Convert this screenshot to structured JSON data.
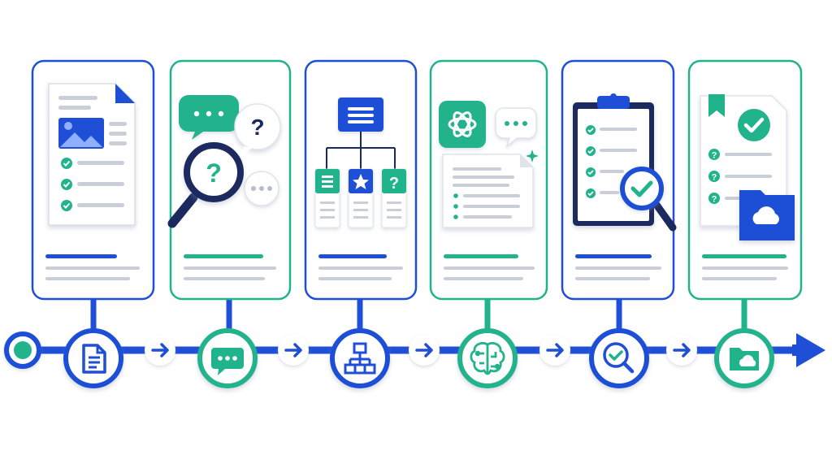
{
  "colors": {
    "blue": "#1f4fd6",
    "blue_light": "#6f8fe8",
    "teal": "#20b38c",
    "teal_light": "#7fd6bd",
    "line_gray": "#c9ced8",
    "connector_gray": "#9aa3b2"
  },
  "timeline": {
    "start_marker": "timeline-start-dot",
    "end_marker": "timeline-end-arrow",
    "nodes": [
      {
        "name": "document",
        "icon": "document-icon",
        "accent": "blue"
      },
      {
        "name": "questions",
        "icon": "chat-bubble-icon",
        "accent": "teal"
      },
      {
        "name": "structure",
        "icon": "hierarchy-icon",
        "accent": "blue"
      },
      {
        "name": "ai-processing",
        "icon": "brain-circuit-icon",
        "accent": "teal"
      },
      {
        "name": "review",
        "icon": "magnifier-check-icon",
        "accent": "blue"
      },
      {
        "name": "storage",
        "icon": "cloud-folder-icon",
        "accent": "teal"
      }
    ],
    "connector_icons": [
      "arrow-right-icon",
      "arrow-right-icon",
      "arrow-right-icon",
      "arrow-right-icon",
      "arrow-right-icon"
    ]
  },
  "cards": [
    {
      "name": "document-card",
      "accent": "blue",
      "illustration": "document-with-image-and-checklist-icon"
    },
    {
      "name": "questions-card",
      "accent": "teal",
      "illustration": "magnifier-question-bubbles-icon"
    },
    {
      "name": "structure-card",
      "accent": "blue",
      "illustration": "org-chart-icon"
    },
    {
      "name": "ai-card",
      "accent": "teal",
      "illustration": "ai-logo-generated-doc-icon"
    },
    {
      "name": "review-card",
      "accent": "blue",
      "illustration": "clipboard-checklist-magnifier-icon"
    },
    {
      "name": "storage-card",
      "accent": "teal",
      "illustration": "verified-doc-cloud-folder-icon"
    }
  ]
}
